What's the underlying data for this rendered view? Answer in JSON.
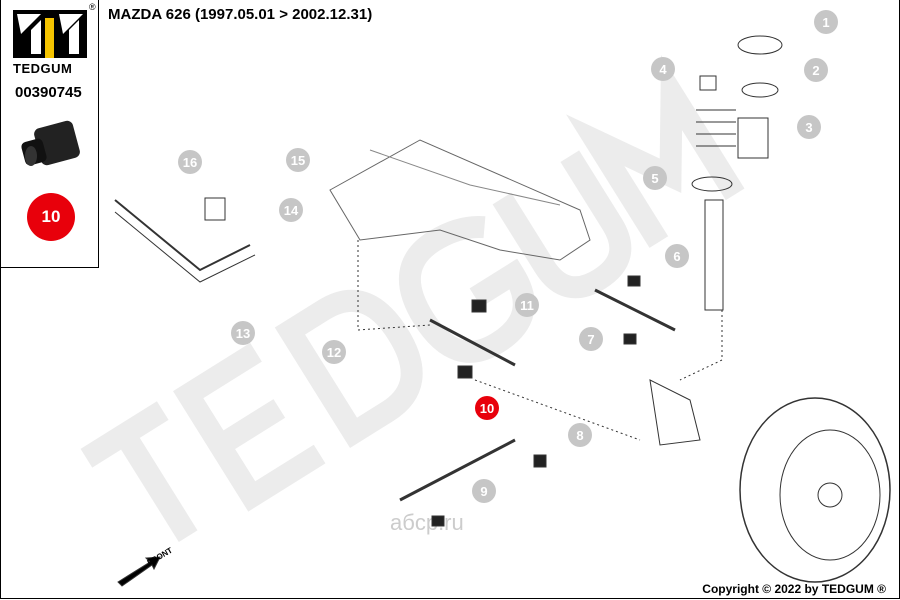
{
  "header": {
    "title": "MAZDA 626  (1997.05.01 > 2002.12.31)"
  },
  "sidebar": {
    "brand": "TEDGUM",
    "registered": "®",
    "part_number": "00390745",
    "selected_position": "10"
  },
  "watermarks": {
    "main": "TEDGUM",
    "site": "aбcp.ru"
  },
  "front_label": "FRONT",
  "callouts": [
    "1",
    "2",
    "3",
    "4",
    "5",
    "6",
    "7",
    "8",
    "9",
    "10",
    "11",
    "12",
    "13",
    "14",
    "15",
    "16"
  ],
  "footer": {
    "copyright": "Copyright © 2022 by TEDGUM ®"
  },
  "colors": {
    "active": "#e8000b",
    "inactive": "#c6c6c6",
    "logo_yellow": "#f5c400"
  }
}
